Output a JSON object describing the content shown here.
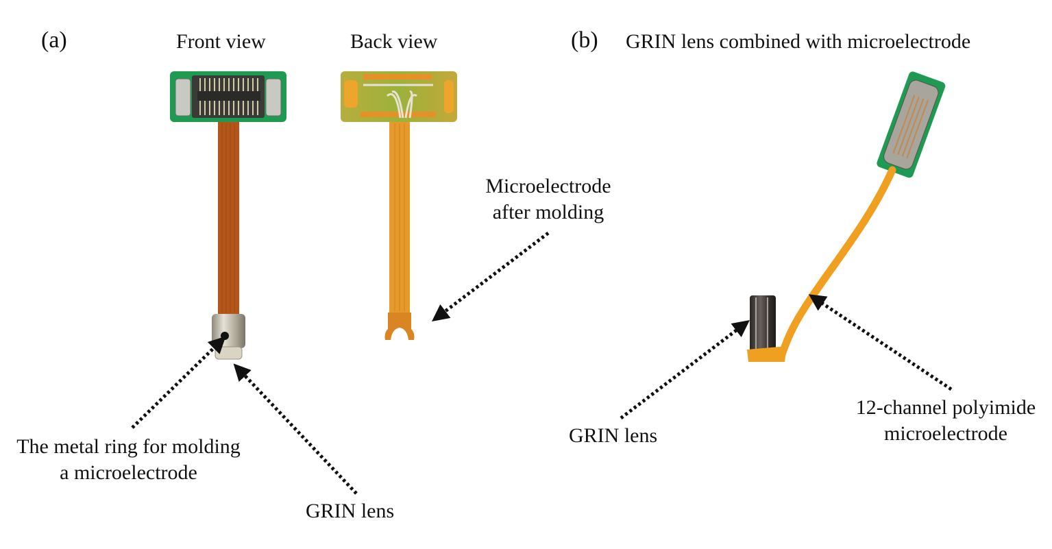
{
  "panels": {
    "a": {
      "tag": "(a)",
      "front_view_title": "Front view",
      "back_view_title": "Back view",
      "annotations": {
        "metal_ring": [
          "The metal ring for molding",
          "a microelectrode"
        ],
        "grin_lens": "GRIN lens",
        "microelectrode_after_molding": [
          "Microelectrode",
          "after molding"
        ]
      }
    },
    "b": {
      "tag": "(b)",
      "title": "GRIN lens combined with microelectrode",
      "annotations": {
        "grin_lens": "GRIN lens",
        "polyimide": [
          "12-channel polyimide",
          "microelectrode"
        ]
      }
    }
  },
  "colors": {
    "pcb_green": "#1f9a52",
    "polyimide_front": "#b4561a",
    "polyimide_back": "#e59a2a",
    "metal": "#b7b2a6",
    "connector_dark": "#3a3a36",
    "arrow": "#111111"
  }
}
